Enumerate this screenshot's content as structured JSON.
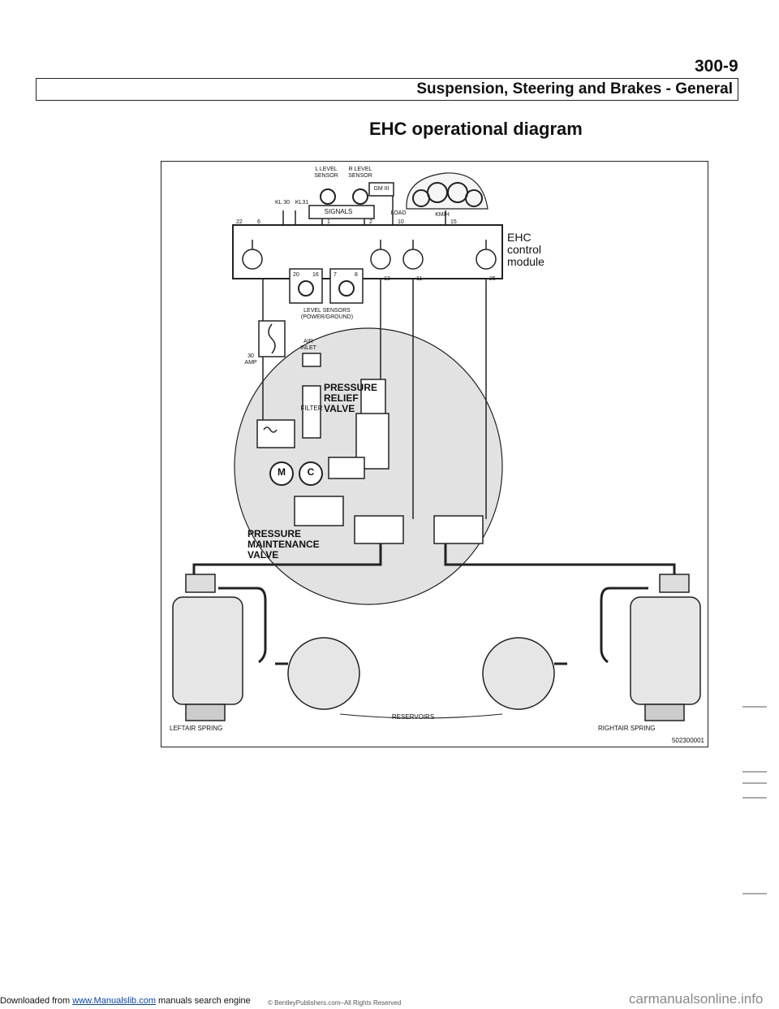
{
  "header": {
    "page_number": "300-9",
    "section_title": "Suspension, Steering and Brakes - General"
  },
  "diagram": {
    "title": "EHC operational diagram",
    "figure_code": "502300001",
    "labels": {
      "l_level_sensor": "L LEVEL\nSENSOR",
      "r_level_sensor": "R LEVEL\nSENSOR",
      "gm3": "GM III",
      "kl30": "KL 30",
      "kl31": "KL31",
      "signals": "SIGNALS",
      "ehc_module": "EHC\ncontrol\nmodule",
      "level_sensors_power": "LEVEL SENSORS\n(POWER/GROUND)",
      "air_inlet": "AIR\nINLET",
      "amp": "30\nAMP",
      "pressure_relief": "PRESSURE\nRELIEF\nVALVE",
      "filter": "FILTER",
      "motor": "M",
      "compressor": "C",
      "pressure_maintenance": "PRESSURE\nMAINTENANCE\nVALVE",
      "reservoirs": "RESERVOIRS",
      "left_spring": "LEFTAIR SPRING",
      "right_spring": "RIGHTAIR SPRING",
      "load": "LOAD",
      "km_speed": "KM/H"
    },
    "pins": [
      "22",
      "6",
      "1",
      "2",
      "10",
      "15",
      "20",
      "16",
      "7",
      "8",
      "13",
      "11",
      "26"
    ],
    "colors": {
      "ink": "#1a1a1a",
      "shade": "#d9d9d9",
      "light_shade": "#ececec"
    }
  },
  "footer": {
    "prefix": "Downloaded from ",
    "link_text": "www.Manualslib.com",
    "suffix": " manuals search engine",
    "copyright": "© BentleyPublishers.com–All Rights Reserved",
    "watermark": "carmanualsonline.info"
  }
}
